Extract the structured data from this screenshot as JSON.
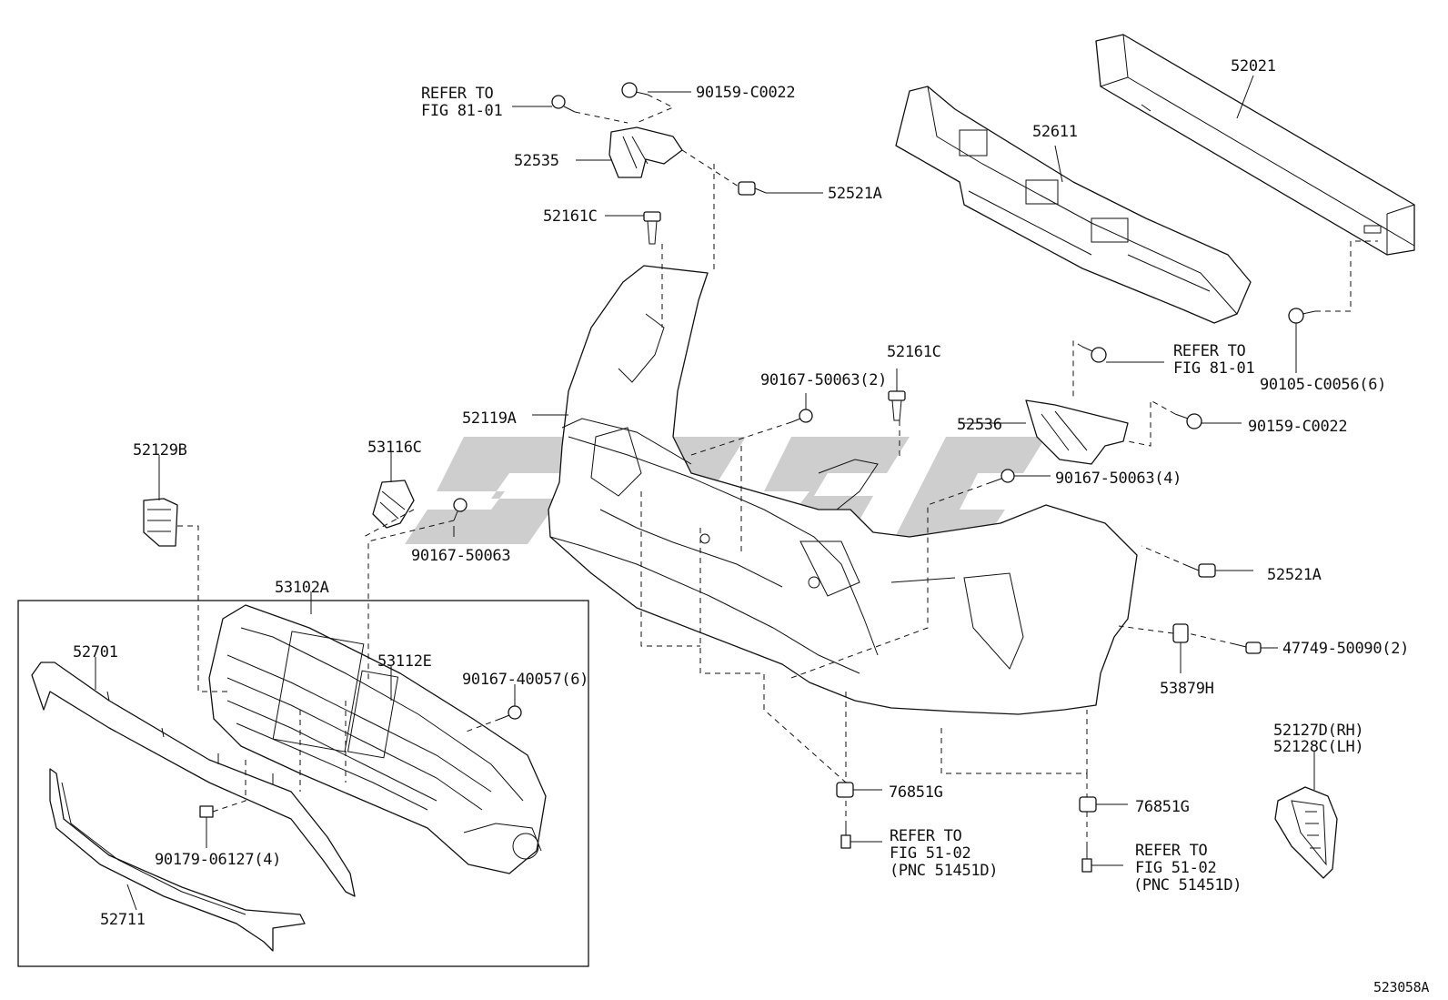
{
  "labels": {
    "p52021": "52021",
    "p52611": "52611",
    "refer_fig8101_a_line1": "REFER TO",
    "refer_fig8101_a_line2": "FIG 81-01",
    "p90159_c0022_top": "90159-C0022",
    "p52535": "52535",
    "p52521a_top": "52521A",
    "p52161c_left": "52161C",
    "p52161c_mid": "52161C",
    "refer_fig8101_b_line1": "REFER TO",
    "refer_fig8101_b_line2": "FIG 81-01",
    "p90105_c0056": "90105-C0056(6)",
    "p90167_50063_2": "90167-50063(2)",
    "p52119a": "52119A",
    "p52536": "52536",
    "p90159_c0022_right": "90159-C0022",
    "p52129b": "52129B",
    "p53116c": "53116C",
    "p90167_50063_4": "90167-50063(4)",
    "p90167_50063": "90167-50063",
    "p53102a": "53102A",
    "p52521a_right": "52521A",
    "p52701": "52701",
    "p53112e": "53112E",
    "p90167_40057": "90167-40057(6)",
    "p47749_50090": "47749-50090(2)",
    "p53879h": "53879H",
    "p52127d": "52127D(RH)",
    "p52128c": "52128C(LH)",
    "p76851g_left": "76851G",
    "p76851g_right": "76851G",
    "refer_fig5102_a_line1": "REFER TO",
    "refer_fig5102_a_line2": "FIG 51-02",
    "refer_fig5102_a_line3": "(PNC 51451D)",
    "refer_fig5102_b_line1": "REFER TO",
    "refer_fig5102_b_line2": "FIG 51-02",
    "refer_fig5102_b_line3": "(PNC 51451D)",
    "p90179_06127": "90179-06127(4)",
    "p52711": "52711",
    "diagram_id": "523058A"
  }
}
